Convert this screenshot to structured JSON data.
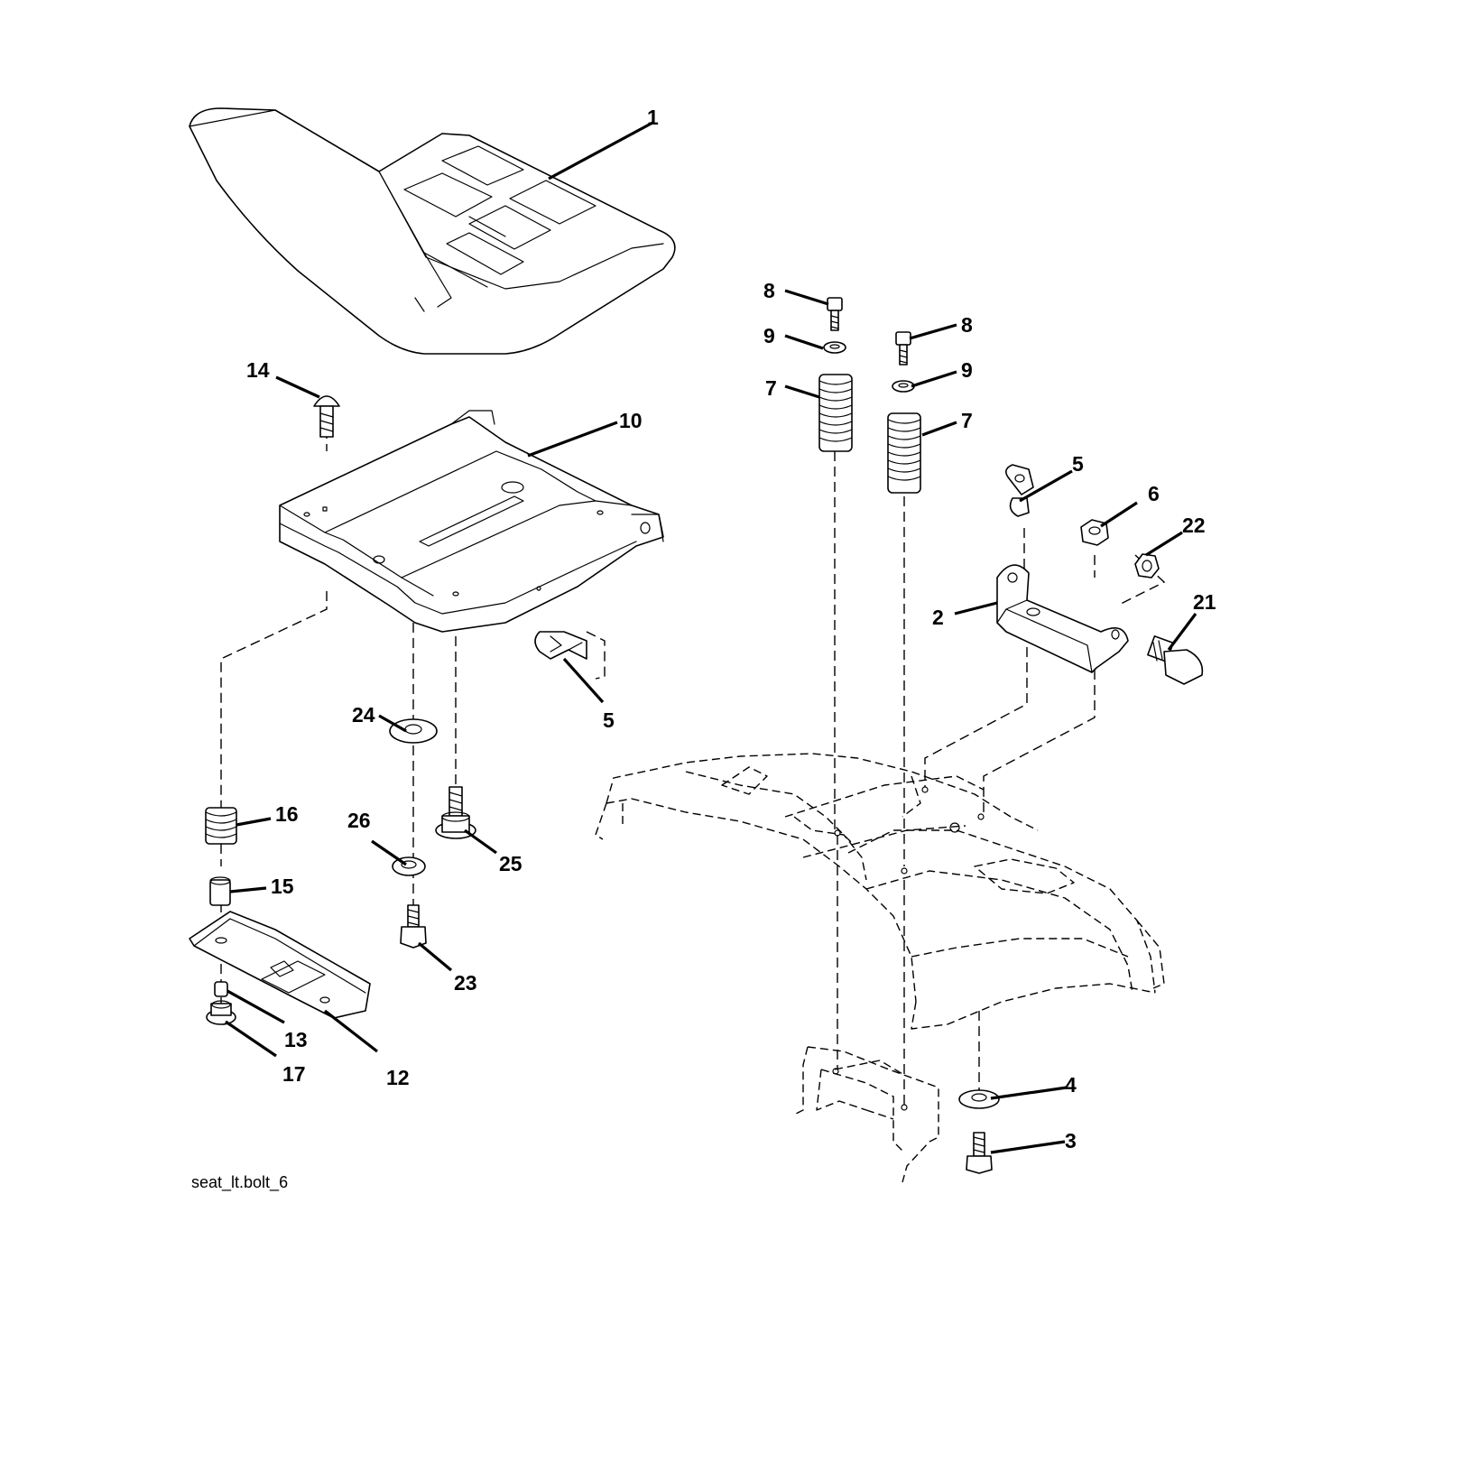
{
  "diagram": {
    "caption": "seat_lt.bolt_6",
    "callouts": [
      {
        "id": "c1",
        "text": "1"
      },
      {
        "id": "c14",
        "text": "14"
      },
      {
        "id": "c10",
        "text": "10"
      },
      {
        "id": "c5a",
        "text": "5"
      },
      {
        "id": "c24",
        "text": "24"
      },
      {
        "id": "c16",
        "text": "16"
      },
      {
        "id": "c26",
        "text": "26"
      },
      {
        "id": "c25",
        "text": "25"
      },
      {
        "id": "c15",
        "text": "15"
      },
      {
        "id": "c23",
        "text": "23"
      },
      {
        "id": "c13",
        "text": "13"
      },
      {
        "id": "c17",
        "text": "17"
      },
      {
        "id": "c12",
        "text": "12"
      },
      {
        "id": "c8a",
        "text": "8"
      },
      {
        "id": "c9a",
        "text": "9"
      },
      {
        "id": "c7a",
        "text": "7"
      },
      {
        "id": "c8b",
        "text": "8"
      },
      {
        "id": "c9b",
        "text": "9"
      },
      {
        "id": "c7b",
        "text": "7"
      },
      {
        "id": "c5b",
        "text": "5"
      },
      {
        "id": "c6",
        "text": "6"
      },
      {
        "id": "c22",
        "text": "22"
      },
      {
        "id": "c2",
        "text": "2"
      },
      {
        "id": "c21",
        "text": "21"
      },
      {
        "id": "c4",
        "text": "4"
      },
      {
        "id": "c3",
        "text": "3"
      }
    ]
  }
}
